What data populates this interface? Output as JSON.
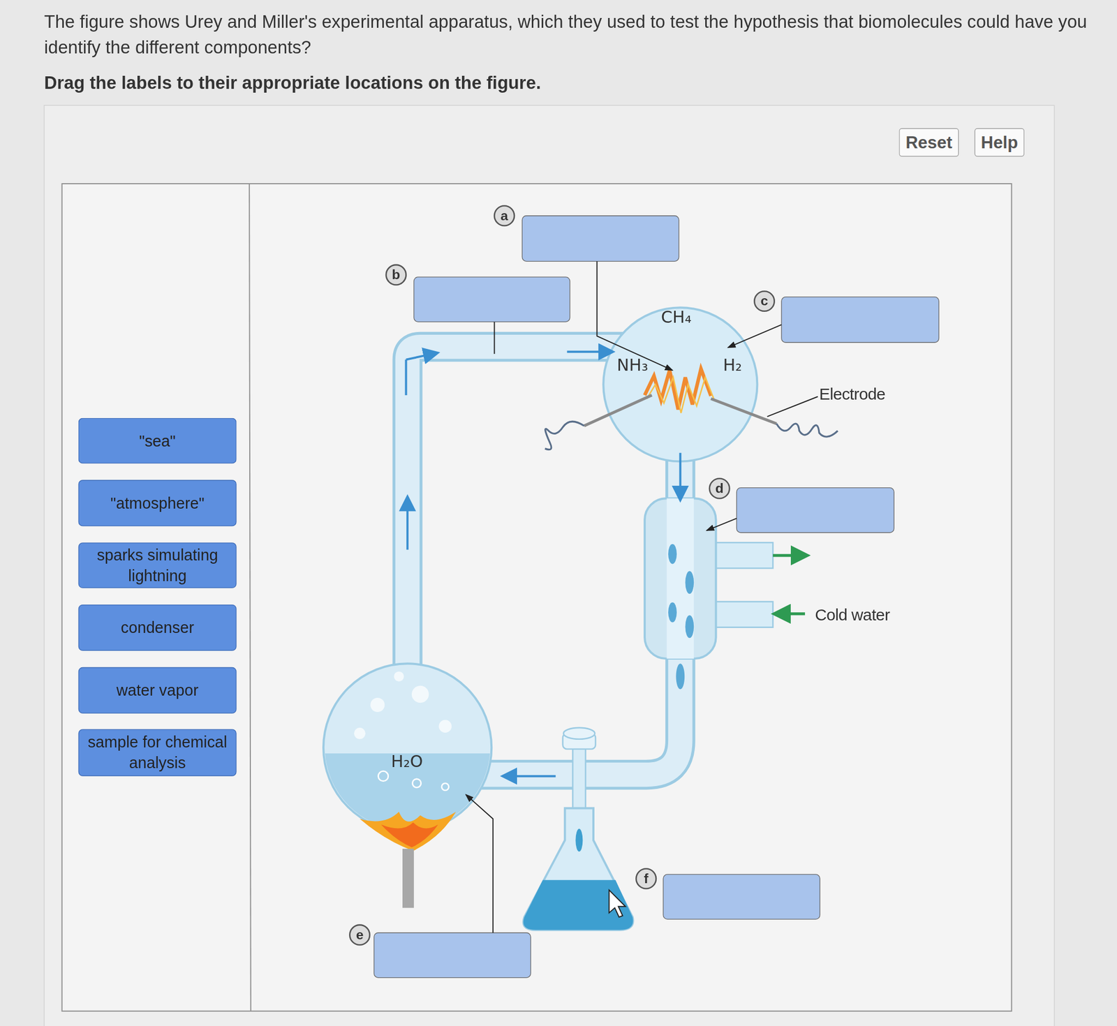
{
  "diagram": {
    "title": "The figure shows Urey and Miller's experimental apparatus, which they used to test the hypothesis that biomolecules could have you identify the different components?",
    "nodes": [
      {
        "text": [
          "Reset"
        ]
      },
      {
        "text": [
          "Help"
        ]
      },
      {
        "text": [
          "\"sea\""
        ]
      },
      {
        "text": [
          "\"atmosphere\""
        ]
      },
      {
        "text": [
          "sparks simulating lightning"
        ]
      },
      {
        "text": [
          "condenser"
        ]
      },
      {
        "text": [
          "water vapor"
        ]
      },
      {
        "text": [
          "sample for chemical analysis"
        ]
      }
    ],
    "labels": [
      "Drag the labels to their appropriate locations on the figure.",
      "a",
      "b",
      "c",
      "CH₄",
      "NH₃",
      "H₂",
      "Electrode",
      "d",
      "Cold water",
      "H₂O",
      "f",
      "e"
    ]
  }
}
